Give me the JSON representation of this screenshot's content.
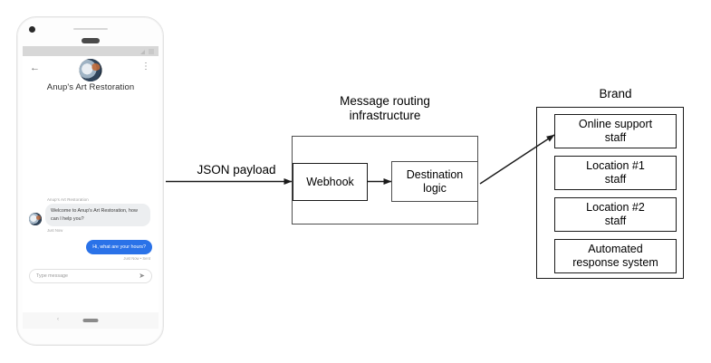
{
  "phone": {
    "status_bar": {
      "signal_icon": "signal-bars-icon",
      "battery_icon": "battery-icon"
    },
    "header": {
      "back_icon": "back-arrow-icon",
      "overflow_icon": "overflow-menu-icon",
      "avatar_icon": "brand-avatar",
      "title": "Anup's Art Restoration"
    },
    "chat": {
      "incoming": {
        "sender": "Anup's Art Restoration",
        "text": "Welcome to Anup's Art Restoration, how can I help you?",
        "timestamp": "Just Now"
      },
      "outgoing": {
        "text": "Hi, what are your hours?",
        "timestamp": "Just Now • Sent"
      }
    },
    "composer": {
      "placeholder": "Type message",
      "send_icon": "send-icon"
    },
    "navbar": {
      "back_icon": "nav-back-icon",
      "home_pill_icon": "home-pill-icon"
    }
  },
  "diagram": {
    "json_payload_label": "JSON payload",
    "routing": {
      "title": "Message routing\ninfrastructure",
      "webhook_label": "Webhook",
      "destination_logic_label": "Destination\nlogic"
    },
    "brand": {
      "title": "Brand",
      "items": [
        {
          "label": "Online support\nstaff"
        },
        {
          "label": "Location #1\nstaff"
        },
        {
          "label": "Location #2\nstaff"
        },
        {
          "label": "Automated\nresponse system"
        }
      ]
    },
    "colors": {
      "stroke_dark": "#1a1a1a",
      "stroke_mid": "#4d4d4d",
      "accent_blue": "#2a72e8",
      "background": "#ffffff"
    }
  }
}
